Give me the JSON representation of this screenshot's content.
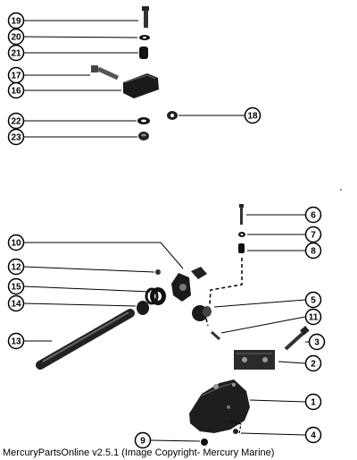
{
  "diagram": {
    "callouts": [
      {
        "id": "callout-19",
        "label": "19"
      },
      {
        "id": "callout-20",
        "label": "20"
      },
      {
        "id": "callout-21",
        "label": "21"
      },
      {
        "id": "callout-17",
        "label": "17"
      },
      {
        "id": "callout-16",
        "label": "16"
      },
      {
        "id": "callout-18",
        "label": "18"
      },
      {
        "id": "callout-22",
        "label": "22"
      },
      {
        "id": "callout-23",
        "label": "23"
      },
      {
        "id": "callout-6",
        "label": "6"
      },
      {
        "id": "callout-7",
        "label": "7"
      },
      {
        "id": "callout-8",
        "label": "8"
      },
      {
        "id": "callout-10",
        "label": "10"
      },
      {
        "id": "callout-12",
        "label": "12"
      },
      {
        "id": "callout-15",
        "label": "15"
      },
      {
        "id": "callout-14",
        "label": "14"
      },
      {
        "id": "callout-5",
        "label": "5"
      },
      {
        "id": "callout-11",
        "label": "11"
      },
      {
        "id": "callout-13",
        "label": "13"
      },
      {
        "id": "callout-3",
        "label": "3"
      },
      {
        "id": "callout-2",
        "label": "2"
      },
      {
        "id": "callout-1",
        "label": "1"
      },
      {
        "id": "callout-9",
        "label": "9"
      },
      {
        "id": "callout-4",
        "label": "4"
      }
    ]
  },
  "caption": "MercuryPartsOnline v2.5.1 (Image Copyright- Mercury Marine)"
}
